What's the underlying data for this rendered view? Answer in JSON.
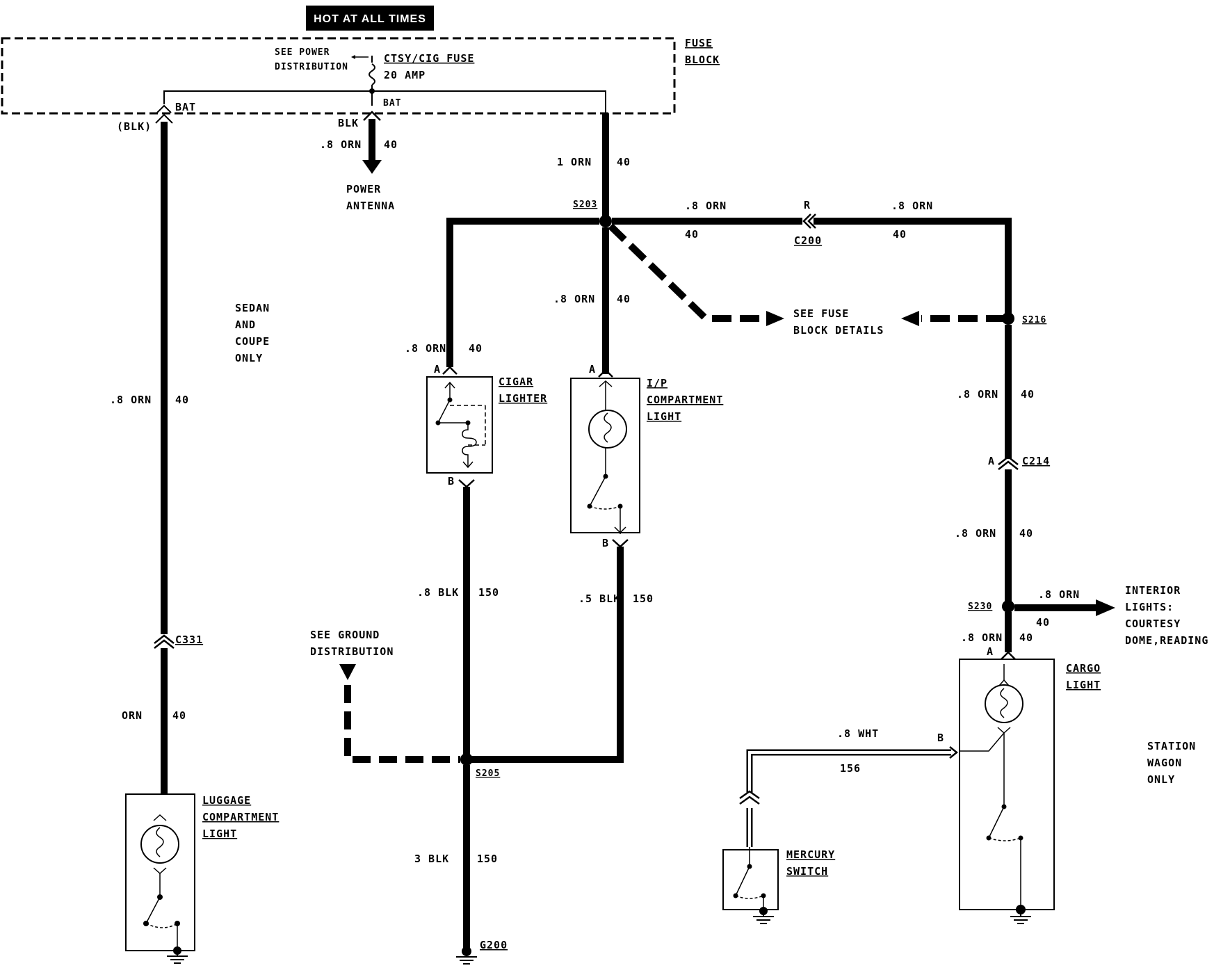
{
  "header": {
    "hot_label": "HOT AT ALL TIMES"
  },
  "fuse_block": {
    "label_line1": "FUSE",
    "label_line2": "BLOCK",
    "fuse_name": "CTSY/CIG FUSE",
    "fuse_rating": "20 AMP",
    "see_power_line1": "SEE POWER",
    "see_power_line2": "DISTRIBUTION",
    "bat_left": "BAT",
    "bat_center": "BAT"
  },
  "left_branch": {
    "blk_paren": "(BLK)",
    "upper_wire": ".8 ORN",
    "upper_circuit": "40",
    "connector": "C331",
    "lower_wire": "ORN",
    "lower_circuit": "40",
    "note_line1": "SEDAN",
    "note_line2": "AND",
    "note_line3": "COUPE",
    "note_line4": "ONLY",
    "component_line1": "LUGGAGE",
    "component_line2": "COMPARTMENT",
    "component_line3": "LIGHT"
  },
  "antenna_branch": {
    "blk": "BLK",
    "wire": ".8 ORN",
    "circuit": "40",
    "dest_line1": "POWER",
    "dest_line2": "ANTENNA"
  },
  "center": {
    "feed_wire": "1 ORN",
    "feed_circuit": "40",
    "splice_s203": "S203",
    "cigar_wire": ".8 ORN",
    "cigar_circuit": "40",
    "cigar_pin_a": "A",
    "cigar_pin_b": "B",
    "cigar_line1": "CIGAR",
    "cigar_line2": "LIGHTER",
    "ip_wire": ".8 ORN",
    "ip_circuit": "40",
    "ip_pin_a": "A",
    "ip_pin_b": "B",
    "ip_line1": "I/P",
    "ip_line2": "COMPARTMENT",
    "ip_line3": "LIGHT",
    "cigar_gnd_wire": ".8 BLK",
    "cigar_gnd_circuit": "150",
    "ip_gnd_wire": ".5 BLK",
    "ip_gnd_circuit": "150",
    "see_ground_line1": "SEE GROUND",
    "see_ground_line2": "DISTRIBUTION",
    "splice_s205": "S205",
    "main_gnd_wire": "3 BLK",
    "main_gnd_circuit": "150",
    "ground_g200": "G200"
  },
  "right": {
    "upper_wire_left": ".8 ORN",
    "upper_circuit_left": "40",
    "conn_pin": "R",
    "connector_c200": "C200",
    "upper_wire_right": ".8 ORN",
    "upper_circuit_right": "40",
    "see_fuse_line1": "SEE FUSE",
    "see_fuse_line2": "BLOCK DETAILS",
    "splice_s216": "S216",
    "wire_a": ".8 ORN",
    "circuit_a": "40",
    "pin_c214": "A",
    "connector_c214": "C214",
    "wire_b": ".8 ORN",
    "circuit_b": "40",
    "splice_s230": "S230",
    "interior_wire": ".8 ORN",
    "interior_circuit": "40",
    "interior_line1": "INTERIOR",
    "interior_line2": "LIGHTS:",
    "interior_line3": "COURTESY",
    "interior_line4": "DOME,READING",
    "wire_c": ".8 ORN",
    "circuit_c": "40",
    "cargo_pin_a": "A",
    "cargo_line1": "CARGO",
    "cargo_line2": "LIGHT",
    "wht_wire": ".8 WHT",
    "wht_circuit": "156",
    "cargo_pin_b": "B",
    "mercury_line1": "MERCURY",
    "mercury_line2": "SWITCH",
    "note_line1": "STATION",
    "note_line2": "WAGON",
    "note_line3": "ONLY"
  }
}
